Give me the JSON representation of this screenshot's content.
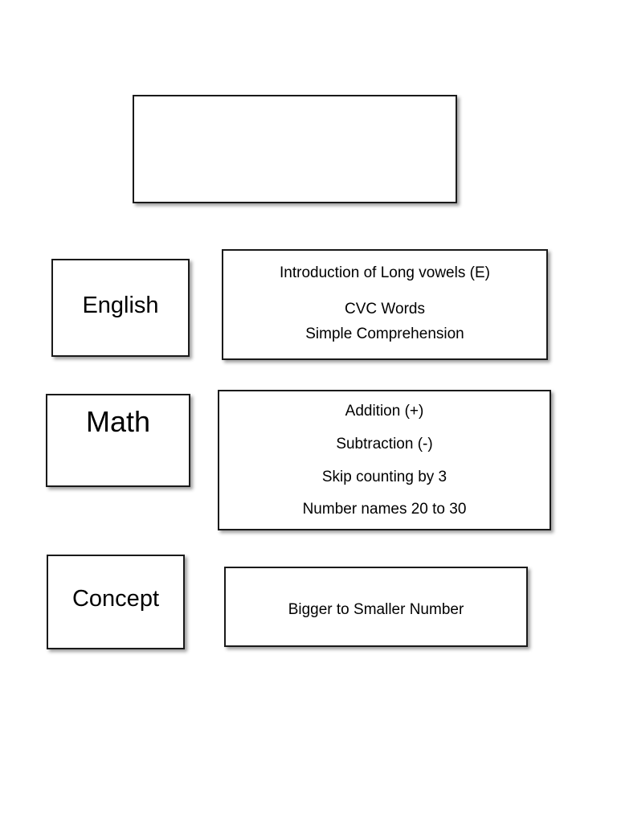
{
  "page": {
    "background_color": "#ffffff",
    "border_color": "#1a1a1a",
    "text_color": "#000000"
  },
  "title_box": {
    "text": ""
  },
  "rows": [
    {
      "subject": "English",
      "items": [
        "Introduction of Long vowels (E)",
        "CVC Words",
        "Simple Comprehension"
      ]
    },
    {
      "subject": "Math",
      "items": [
        "Addition (+)",
        "Subtraction (-)",
        "Skip counting by 3",
        "Number names 20 to 30"
      ]
    },
    {
      "subject": "Concept",
      "items": [
        "Bigger to Smaller Number"
      ]
    }
  ]
}
